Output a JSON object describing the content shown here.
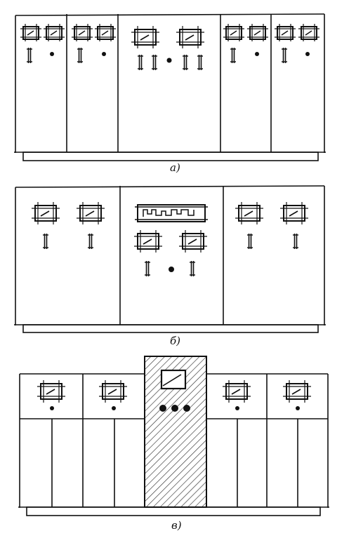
{
  "figures": [
    {
      "id": "a",
      "caption": "а)",
      "panels": 5
    },
    {
      "id": "b",
      "caption": "б)",
      "panels": 3
    },
    {
      "id": "c",
      "caption": "в)",
      "panels": 5,
      "hatched_panel": 3
    }
  ],
  "colors": {
    "ink": "#111111",
    "paper": "#ffffff"
  }
}
